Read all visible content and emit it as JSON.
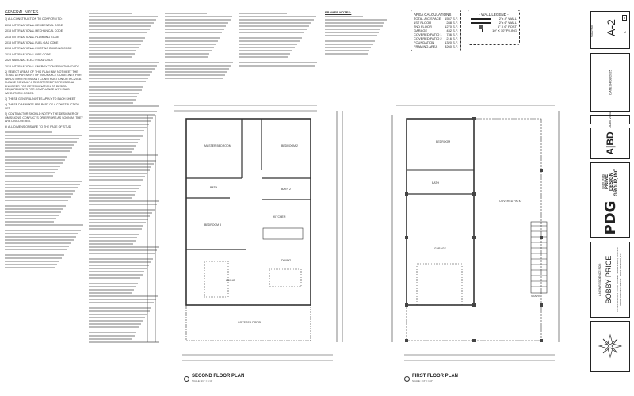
{
  "general_notes": {
    "title": "GENERAL NOTES",
    "notes": [
      "1) ALL CONSTRUCTION TO CONFORM TO:",
      "2018 INTERNATIONAL RESIDENTIAL CODE",
      "2018 INTERNATIONAL MECHANICAL CODE",
      "2018 INTERNATIONAL PLUMBING CODE",
      "2018 INTERNATIONAL FUEL GAS CODE",
      "2018 INTERNATIONAL EXISTING BUILDING CODE",
      "2018 INTERNATIONAL FIRE CODE",
      "2020 NATIONAL ELECTRICAL CODE",
      "2018 INTERNATIONAL ENERGY CONSERVATION CODE",
      "2) SELECT AREAS OF THIS PLAN MAY NOT MEET THE TEXAS DEPARTMENT OF INSURANCE GUIDELINES FOR WINDSTORM RESISTANT CONSTRUCTION OR IRC 2018. PLEASE CONSULT A REGISTERED PROFESSIONAL ENGINEER FOR DETERMINATION OF DESIGN REQUIREMENTS FOR COMPLIANCE WITH SAID WINDSTORM CODES.",
      "3) THESE GENERAL NOTES APPLY TO EACH SHEET",
      "4) THESE DRAWINGS ARE PART OF A CONSTRUCTION SET",
      "5) CONTRACTOR SHOULD NOTIFY THE DESIGNER OF OMISSIONS, CONFLICTS OR ERRORS AS SOON AS THEY ARE DISCOVERED.",
      "6) ALL DIMENSIONS ARE TO THE FACE OF STUD"
    ],
    "framer_notes_title": "FRAMER NOTES:"
  },
  "area_calculations": {
    "title": "AREA CALCULATIONS",
    "rows": [
      {
        "label": "TOTAL A/C SPACE",
        "value": "1557 S.F."
      },
      {
        "label": "1ST FLOOR",
        "value": "288 S.F."
      },
      {
        "label": "2ND FLOOR",
        "value": "1270 S.F."
      },
      {
        "label": "GARAGE",
        "value": "432 S.F."
      },
      {
        "label": "COVERED PATIO 1",
        "value": "736 S.F."
      },
      {
        "label": "COVERED PATIO 2",
        "value": "216 S.F."
      },
      {
        "label": "FOUNDATION",
        "value": "1320 S.F."
      },
      {
        "label": "FRAMING AREA",
        "value": "3260 S.F."
      }
    ]
  },
  "wall_legend": {
    "title": "- WALL LEGEND -",
    "items": [
      "2\"x 4\" WALL",
      "2\"x 6\" WALL",
      "6\" X 6\" POST",
      "10\" X 10\" PILING"
    ]
  },
  "plans": [
    {
      "title": "SECOND FLOOR PLAN",
      "scale": "SCALE: 1/4\" = 1'-0\"",
      "rooms": [
        "MASTER BEDROOM",
        "BEDROOM 2",
        "BEDROOM 3",
        "BATH",
        "BATH 2",
        "KITCHEN",
        "LIVING",
        "DINING",
        "COVERED PORCH"
      ]
    },
    {
      "title": "FIRST FLOOR PLAN",
      "scale": "SCALE: 1/4\" = 1'-0\"",
      "rooms": [
        "BEDROOM",
        "BATH",
        "GARAGE",
        "COVERED PATIO",
        "STAIRS"
      ]
    }
  ],
  "title_block": {
    "sheet_label": "SHEET NO.",
    "sheet_no": "A-2",
    "of_label": "of",
    "sheet_total": "3",
    "date_label": "DATE",
    "date": "04/08/2025",
    "job_label": "JOB#",
    "job": "25-01",
    "logo_abd": "A|BD",
    "company_name": "PRIME DESIGN GROUP, INC.",
    "company_region": "South Texas",
    "company_logo": "PDG",
    "project_label": "A NEW RESIDENCE FOR:",
    "client": "BOBBY PRICE",
    "address": "LOT 20 BLOCK 3 - PORT STREET SUBDIVISION, CCD  230 PORT ARTHUR STREET - PORT ARANSAS, TX"
  }
}
